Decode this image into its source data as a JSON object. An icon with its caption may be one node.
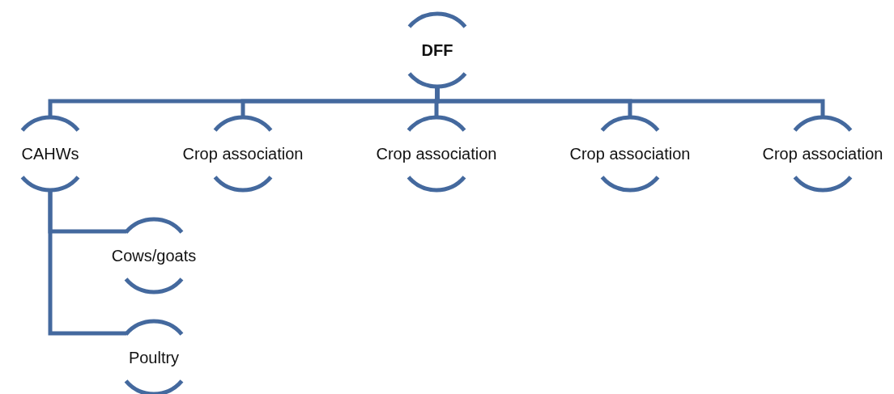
{
  "diagram": {
    "nodes": [
      {
        "text": [
          "DFF"
        ]
      },
      {
        "text": [
          "CAHWs"
        ]
      },
      {
        "text": [
          "Crop association"
        ]
      },
      {
        "text": [
          "Crop association"
        ]
      },
      {
        "text": [
          "Crop association"
        ]
      },
      {
        "text": [
          "Crop association"
        ]
      },
      {
        "text": [
          "Cows/goats"
        ]
      },
      {
        "text": [
          "Poultry"
        ]
      }
    ],
    "edges": [
      {
        "from": 0,
        "to": 1,
        "arrow": "none"
      },
      {
        "from": 0,
        "to": 2,
        "arrow": "none"
      },
      {
        "from": 0,
        "to": 3,
        "arrow": "none"
      },
      {
        "from": 0,
        "to": 4,
        "arrow": "none"
      },
      {
        "from": 0,
        "to": 5,
        "arrow": "none"
      },
      {
        "from": 1,
        "to": 6,
        "arrow": "none"
      },
      {
        "from": 1,
        "to": 7,
        "arrow": "none"
      }
    ]
  }
}
